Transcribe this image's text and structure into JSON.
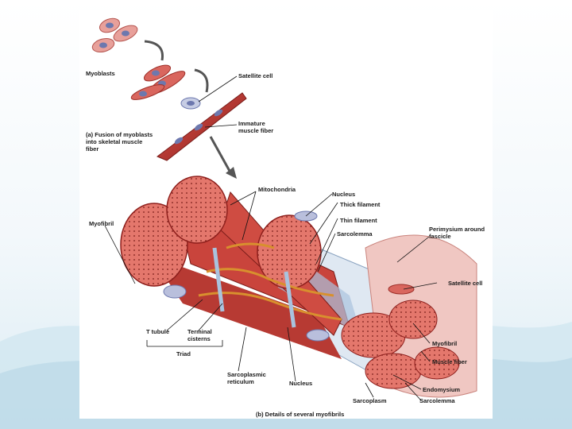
{
  "colors": {
    "muscle_red": "#c9443c",
    "muscle_dark": "#8e1f1c",
    "membrane_blue": "#a9c3de",
    "nucleus_purple": "#7d86b5",
    "tubule_orange": "#d8902e",
    "slide_blue": "#bcdcea"
  },
  "labels": {
    "myoblasts": "Myoblasts",
    "satellite_cell_top": "Satellite cell",
    "immature_fiber": "Immature\nmuscle fiber",
    "caption_a": "(a) Fusion of myoblasts\ninto skeletal muscle\nfiber",
    "mitochondria": "Mitochondria",
    "nucleus_top": "Nucleus",
    "thick_filament": "Thick filament",
    "thin_filament": "Thin filament",
    "sarcolemma_top": "Sarcolemma",
    "perimysium": "Perimysium around\nfascicle",
    "myofibril_left": "Myofibril",
    "satellite_cell_right": "Satellite cell",
    "myofibril_right": "Myofibril",
    "muscle_fiber": "Muscle fiber",
    "t_tubule": "T tubule",
    "terminal_cisterns": "Terminal\ncisterns",
    "triad": "Triad",
    "sarcoplasmic_reticulum": "Sarcoplasmic\nreticulum",
    "nucleus_bottom": "Nucleus",
    "endomysium": "Endomysium",
    "sarcoplasm": "Sarcoplasm",
    "sarcolemma_bottom": "Sarcolemma",
    "caption_b": "(b) Details of several myofibrils"
  }
}
